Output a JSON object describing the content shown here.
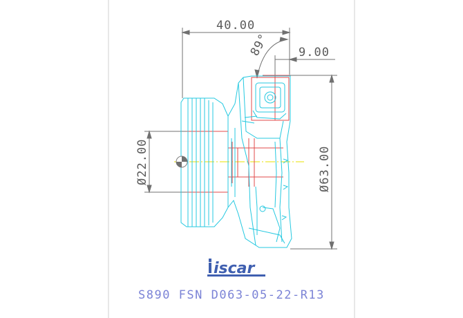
{
  "drawing": {
    "dimensions": {
      "overall_length": "40.00",
      "insert_offset": "9.00",
      "lead_angle": "89°",
      "bore_diameter": "Ø22.00",
      "cutting_diameter": "Ø63.00"
    },
    "brand": "iscar",
    "designation": "S890 FSN D063-05-22-R13"
  },
  "colors": {
    "body_outline": "#24c8e0",
    "hidden_lines": "#e04848",
    "dimension_lines": "#707070",
    "center_line": "#e8e000",
    "caption": "#7b83d6",
    "logo": "#3f5fb0"
  }
}
